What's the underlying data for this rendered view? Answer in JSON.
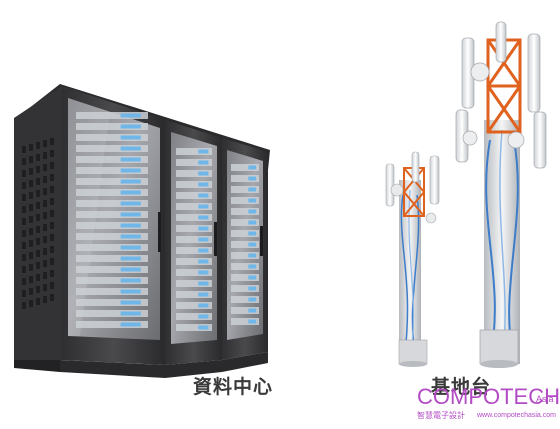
{
  "captions": {
    "data_center": "資料中心",
    "base_station": "基地台"
  },
  "watermark": {
    "brand": "COMPOTECH",
    "region": "Asia",
    "subtitle": "智慧電子設計",
    "url": "www.compotechasia.com"
  },
  "colors": {
    "rack_dark": "#3d3d3f",
    "rack_glass": "#8a8c90",
    "server_led": "#6fb7e8",
    "tower_orange": "#e0621f",
    "tower_grey": "#c9ccd0",
    "cable_blue": "#3d7cc9",
    "watermark": "#b24bc4"
  }
}
